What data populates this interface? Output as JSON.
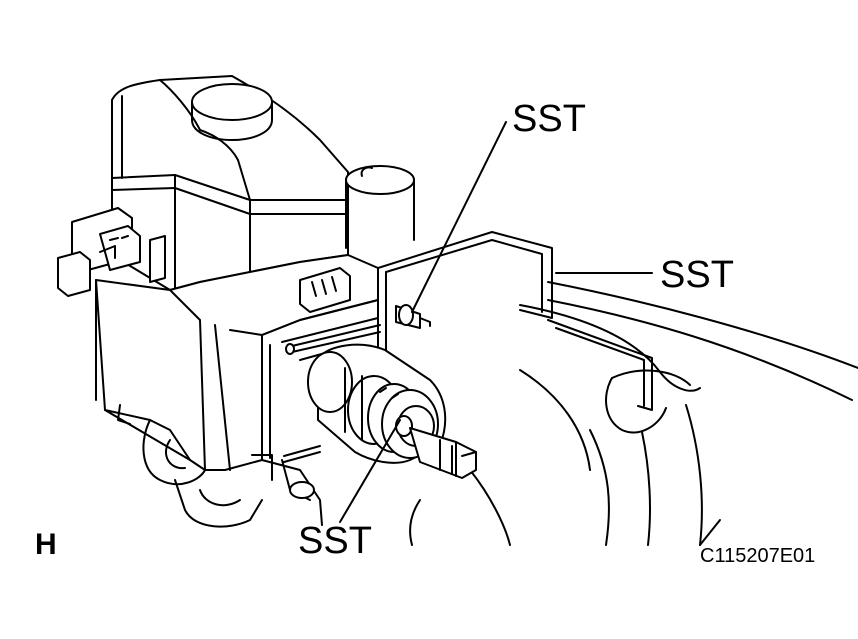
{
  "labels": {
    "sst_top": "SST",
    "sst_right": "SST",
    "sst_bottom": "SST",
    "view_letter": "H",
    "figure_code": "C115207E01"
  },
  "colors": {
    "line": "#000000",
    "fill": "#ffffff"
  }
}
